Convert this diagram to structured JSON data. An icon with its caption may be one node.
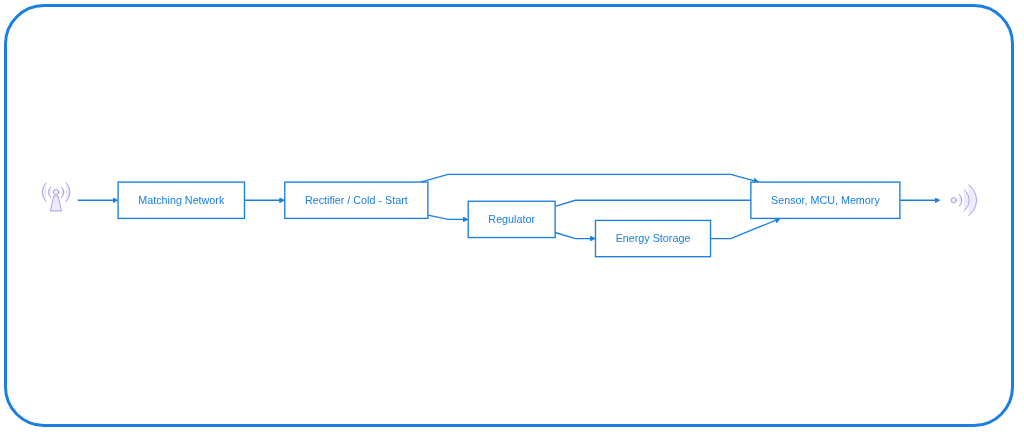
{
  "diagram": {
    "nodes": [
      {
        "text": [],
        "shape": "picture"
      },
      {
        "text": [
          "Matching Network"
        ]
      },
      {
        "text": [
          "Rectifier / Cold - Start"
        ]
      },
      {
        "text": [
          "Sensor, MCU, Memory"
        ]
      },
      {
        "text": [],
        "shape": "picture"
      },
      {
        "text": [
          "Regulator"
        ]
      },
      {
        "text": [
          "Energy Storage"
        ]
      }
    ],
    "edges": [
      {
        "from": 0,
        "to": 1,
        "arrow": "to"
      },
      {
        "from": 1,
        "to": 2,
        "arrow": "to"
      },
      {
        "from": 2,
        "to": 3,
        "arrow": "to"
      },
      {
        "from": 3,
        "to": 4,
        "arrow": "to"
      },
      {
        "from": 2,
        "to": 5,
        "arrow": "to"
      },
      {
        "from": 5,
        "to": 3,
        "arrow": "none"
      },
      {
        "from": 5,
        "to": 6,
        "arrow": "to"
      },
      {
        "from": 6,
        "to": 3,
        "arrow": "to"
      }
    ]
  }
}
